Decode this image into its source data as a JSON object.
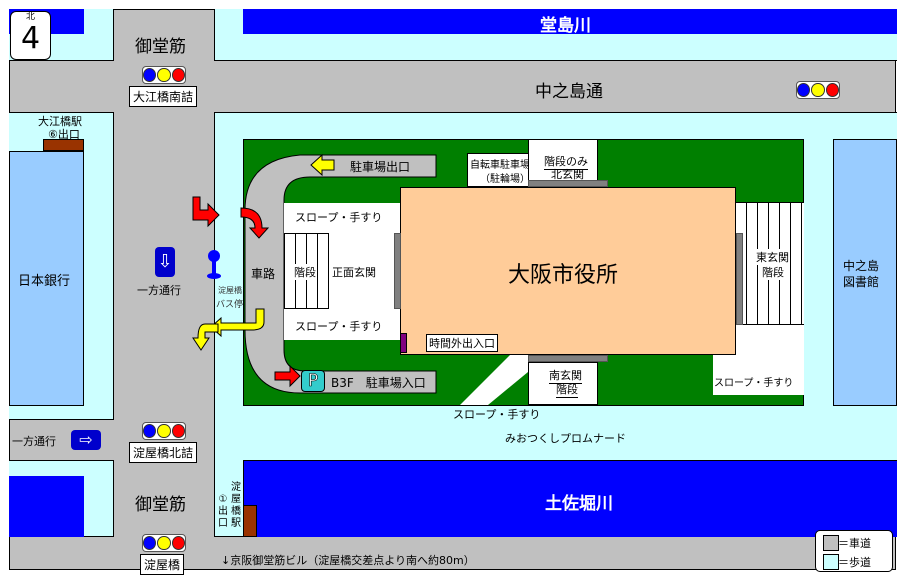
{
  "compass": {
    "label": "北",
    "symbol": "4"
  },
  "rivers": {
    "north": "堂島川",
    "south": "土佐堀川"
  },
  "roads": {
    "midosuji_top": "御堂筋",
    "midosuji_bottom": "御堂筋",
    "nakanoshima": "中之島通",
    "car_road": "車路"
  },
  "signals": {
    "oebashi": "大江橋南詰",
    "yodoyabashi_north": "淀屋橋北詰",
    "yodoyabashi": "淀屋橋"
  },
  "stations": {
    "oebashi_exit": "大江橋駅\n⑥出口",
    "oebashi_line1": "大江橋駅",
    "oebashi_line2": "⑥出口",
    "yodoyabashi_exit": [
      "淀",
      "屋",
      "橋",
      "駅"
    ],
    "yodoyabashi_exit_no": [
      "①",
      "出",
      "口"
    ]
  },
  "buildings": {
    "boj": "日本銀行",
    "city_hall": "大阪市役所",
    "library_line1": "中之島",
    "library_line2": "図書館"
  },
  "one_way": {
    "vertical": "一方通行",
    "horizontal": "一方通行"
  },
  "bus_stop": {
    "line1": "淀屋橋",
    "line2": "バス停"
  },
  "labels": {
    "parking_exit": "駐車場出口",
    "parking_entrance": "B3F　駐車場入口",
    "parking_icon": "P",
    "bicycle_line1": "自転車駐車場",
    "bicycle_line2": "（駐輪場）",
    "north_stairs_line1": "階段のみ",
    "north_stairs_line2": "北玄関",
    "slope_top": "スロープ・手すり",
    "slope_bottom": "スロープ・手すり",
    "stairs": "階段",
    "main_entrance": "正面玄関",
    "after_hours": "時間外出入口",
    "south_line1": "南玄関",
    "south_line2": "階段",
    "east_line1": "東玄関",
    "east_line2": "階段",
    "slope_east": "スロープ・手すり",
    "slope_south": "スロープ・手すり",
    "promenade": "みおつくしプロムナード",
    "keihan_note": "↓京阪御堂筋ビル（淀屋橋交差点より南へ約80m）"
  },
  "legend": {
    "road": "＝車道",
    "walk": "＝歩道"
  },
  "colors": {
    "road": "#c0c0c0",
    "walk": "#ccffff",
    "water": "#0000ff",
    "green": "#007f00",
    "city_hall": "#ffcc99",
    "building": "#99ccff"
  }
}
